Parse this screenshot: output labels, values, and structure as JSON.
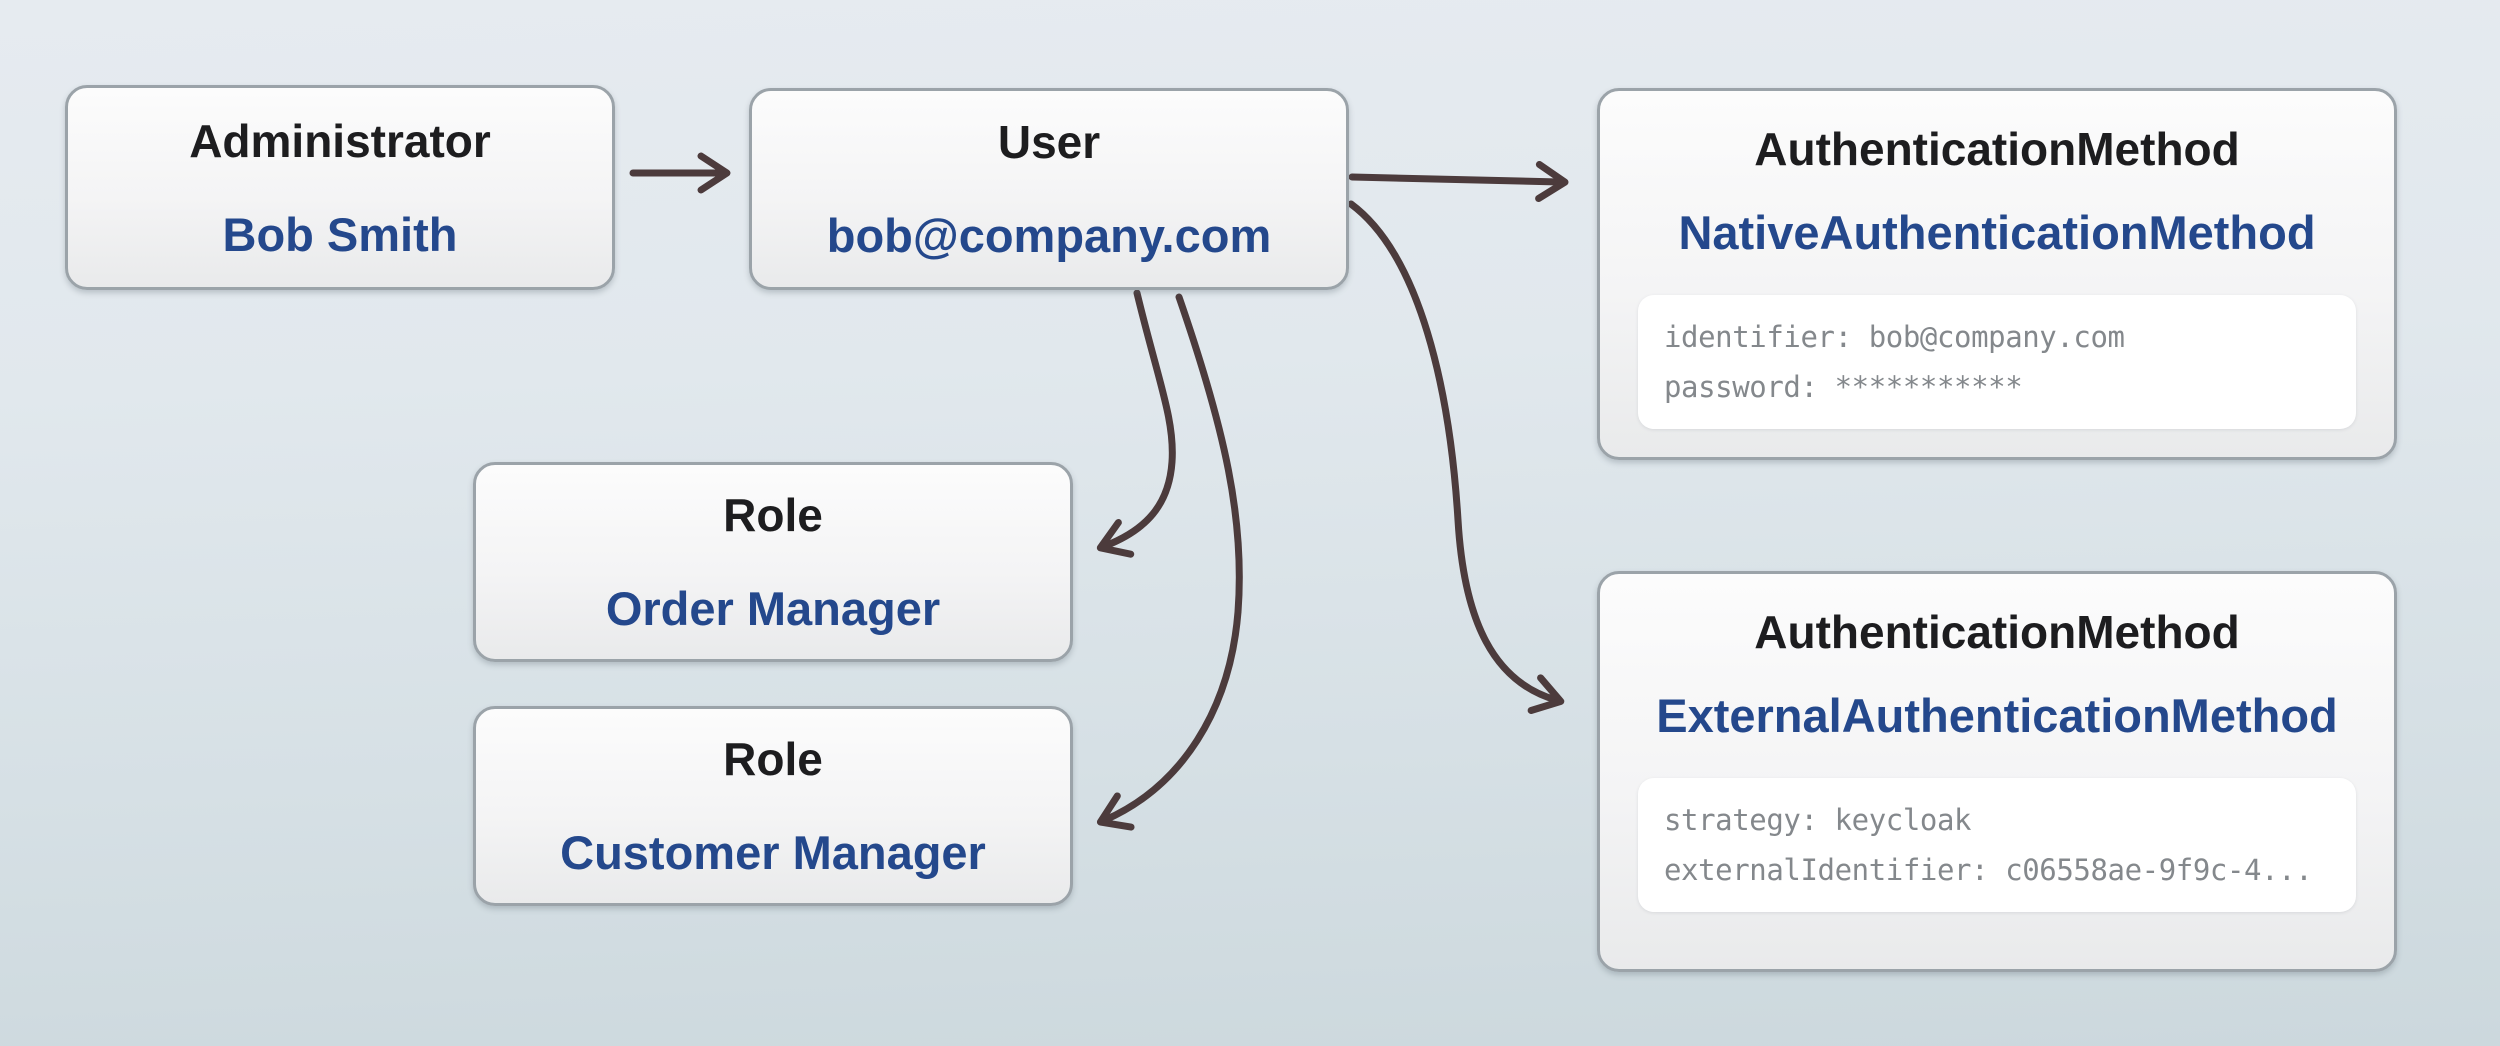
{
  "diagram": {
    "nodes": {
      "administrator": {
        "title": "Administrator",
        "value": "Bob Smith"
      },
      "user": {
        "title": "User",
        "value": "bob@company.com"
      },
      "native_auth": {
        "title": "AuthenticationMethod",
        "value": "NativeAuthenticationMethod",
        "attributes": [
          "identifier: bob@company.com",
          "password: ***********"
        ]
      },
      "role_order": {
        "title": "Role",
        "value": "Order Manager"
      },
      "role_customer": {
        "title": "Role",
        "value": "Customer Manager"
      },
      "external_auth": {
        "title": "AuthenticationMethod",
        "value": "ExternalAuthenticationMethod",
        "attributes": [
          "strategy: keycloak",
          "externalIdentifier: c06558ae-9f9c-4..."
        ]
      }
    },
    "edges": [
      {
        "from": "administrator",
        "to": "user"
      },
      {
        "from": "user",
        "to": "native_auth"
      },
      {
        "from": "user",
        "to": "external_auth"
      },
      {
        "from": "user",
        "to": "role_order"
      },
      {
        "from": "user",
        "to": "role_customer"
      }
    ],
    "colors": {
      "title_text": "#1d1d1f",
      "value_text": "#24488c",
      "attribute_text": "#84888c",
      "edge": "#4c3b3c",
      "node_border": "#9ba3a9",
      "node_fill": "#f5f5f6",
      "background_top": "#e6ebf0",
      "background_bottom": "#ccd8dd"
    }
  }
}
